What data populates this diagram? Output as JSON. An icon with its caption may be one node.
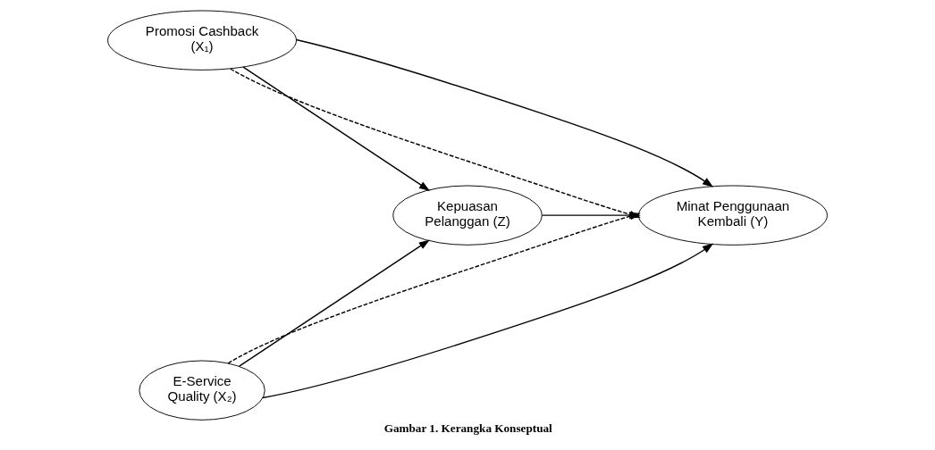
{
  "diagram": {
    "caption": "Gambar 1. Kerangka Konseptual",
    "nodes": [
      {
        "text": [
          "Promosi Cashback (X₁)"
        ]
      },
      {
        "text": [
          "Kepuasan Pelanggan (Z)"
        ]
      },
      {
        "text": [
          "Minat Penggunaan Kembali (Y)"
        ]
      },
      {
        "text": [
          "E-Service Quality (X₂)"
        ]
      }
    ],
    "edges": [
      {
        "from": 0,
        "to": 2,
        "arrow": "to",
        "style": "dashed"
      },
      {
        "from": 0,
        "to": 2,
        "arrow": "to"
      },
      {
        "from": 0,
        "to": 1,
        "arrow": "to"
      },
      {
        "from": 1,
        "to": 2,
        "arrow": "to"
      },
      {
        "from": 3,
        "to": 1,
        "arrow": "to"
      },
      {
        "from": 3,
        "to": 2,
        "arrow": "to"
      },
      {
        "from": 3,
        "to": 2,
        "arrow": "to",
        "style": "dashed"
      }
    ]
  }
}
